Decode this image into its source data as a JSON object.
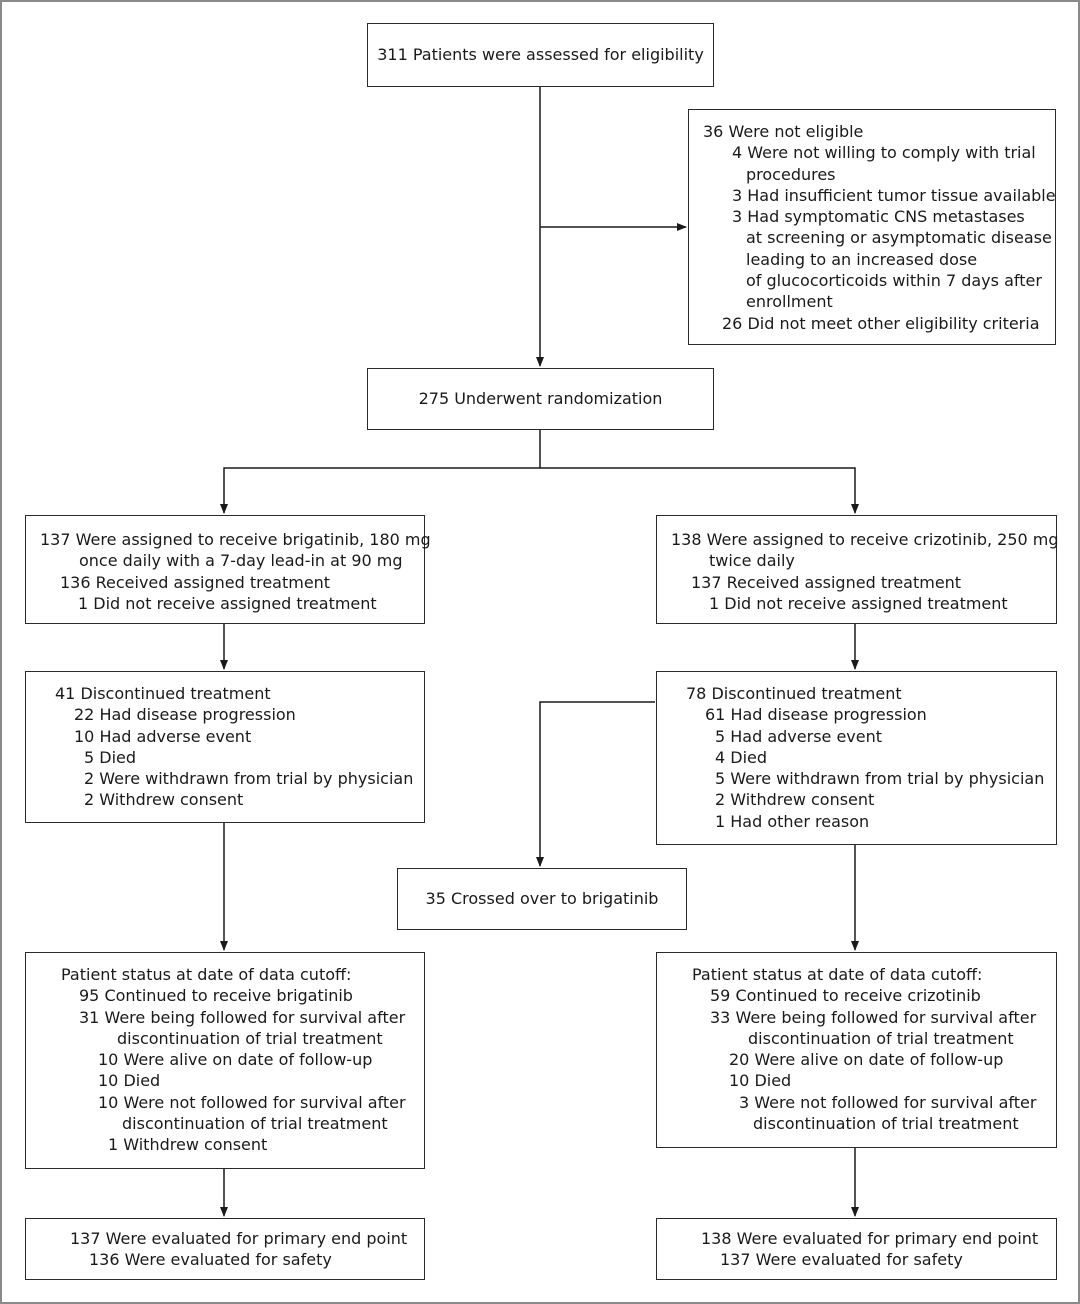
{
  "flowchart": {
    "assessed": "311 Patients were assessed for eligibility",
    "not_eligible": {
      "lines": [
        "36 Were not eligible",
        "4 Were not willing to comply with trial",
        "procedures",
        "3 Had insufficient tumor tissue available",
        "3 Had symptomatic CNS metastases",
        "at screening or asymptomatic disease",
        "leading to an increased dose",
        "of glucocorticoids within 7 days after",
        "enrollment",
        "26 Did not meet other eligibility criteria"
      ]
    },
    "randomized": "275 Underwent randomization",
    "brigatinib": {
      "assigned": {
        "lines": [
          "137 Were assigned to receive brigatinib, 180 mg",
          "once daily with a 7-day lead-in at 90 mg",
          "136 Received assigned treatment",
          "1 Did not receive assigned treatment"
        ]
      },
      "discontinued": {
        "lines": [
          "41 Discontinued treatment",
          "22 Had disease progression",
          "10 Had adverse event",
          "5 Died",
          "2 Were withdrawn from trial by physician",
          "2 Withdrew consent"
        ]
      },
      "status": {
        "lines": [
          "Patient status at date of data cutoff:",
          "95 Continued to receive brigatinib",
          "31 Were being followed for survival after",
          "discontinuation of trial treatment",
          "10 Were alive on date of follow-up",
          "10 Died",
          "10 Were not followed for survival after",
          "discontinuation of trial treatment",
          "1 Withdrew consent"
        ]
      },
      "evaluated": {
        "lines": [
          "137 Were evaluated for primary end point",
          "136 Were evaluated for safety"
        ]
      }
    },
    "crizotinib": {
      "assigned": {
        "lines": [
          "138 Were assigned to receive crizotinib, 250 mg",
          "twice daily",
          "137 Received assigned treatment",
          "1 Did not receive assigned treatment"
        ]
      },
      "discontinued": {
        "lines": [
          "78 Discontinued treatment",
          "61 Had disease progression",
          "5 Had adverse event",
          "4 Died",
          "5 Were withdrawn from trial by physician",
          "2 Withdrew consent",
          "1 Had other reason"
        ]
      },
      "status": {
        "lines": [
          "Patient status at date of data cutoff:",
          "59 Continued to receive crizotinib",
          "33 Were being followed for survival after",
          "discontinuation of trial treatment",
          "20 Were alive on date of follow-up",
          "10 Died",
          "3 Were not followed for survival after",
          "discontinuation of trial treatment"
        ]
      },
      "evaluated": {
        "lines": [
          "138 Were evaluated for primary end point",
          "137 Were evaluated for safety"
        ]
      }
    },
    "crossover": "35 Crossed over to brigatinib"
  }
}
